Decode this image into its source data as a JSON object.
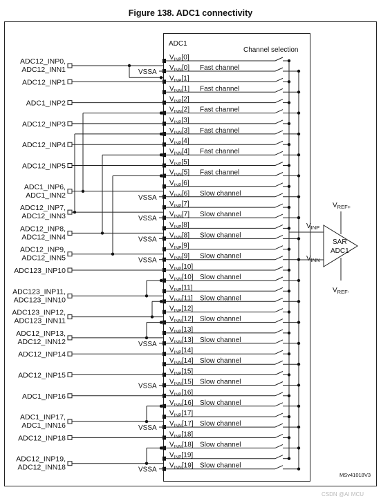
{
  "figure": {
    "title": "Figure 138. ADC1 connectivity",
    "block_label": "ADC1",
    "channel_selection_label": "Channel selection",
    "vssa_label": "VSSA",
    "diagram_id": "MSv41018V3",
    "watermark": "CSDN @AI MCU"
  },
  "sar": {
    "line1": "SAR",
    "line2": "ADC1",
    "vref_plus": {
      "main": "V",
      "sub": "REF+"
    },
    "vref_minus": {
      "main": "V",
      "sub": "REF-"
    },
    "vinp": {
      "main": "V",
      "sub": "INP"
    },
    "vinn": {
      "main": "V",
      "sub": "INN"
    }
  },
  "channels": [
    {
      "inp": "[0]",
      "inn": "[0]",
      "type": "Fast channel"
    },
    {
      "inp": "[1]",
      "inn": "[1]",
      "type": "Fast channel"
    },
    {
      "inp": "[2]",
      "inn": "[2]",
      "type": "Fast channel"
    },
    {
      "inp": "[3]",
      "inn": "[3]",
      "type": "Fast channel"
    },
    {
      "inp": "[4]",
      "inn": "[4]",
      "type": "Fast channel"
    },
    {
      "inp": "[5]",
      "inn": "[5]",
      "type": "Fast channel"
    },
    {
      "inp": "[6]",
      "inn": "[6]",
      "type": "Slow channel"
    },
    {
      "inp": "[7]",
      "inn": "[7]",
      "type": "Slow channel"
    },
    {
      "inp": "[8]",
      "inn": "[8]",
      "type": "Slow channel"
    },
    {
      "inp": "[9]",
      "inn": "[9]",
      "type": "Slow channel"
    },
    {
      "inp": "[10]",
      "inn": "[10]",
      "type": "Slow channel"
    },
    {
      "inp": "[11]",
      "inn": "[11]",
      "type": "Slow channel"
    },
    {
      "inp": "[12]",
      "inn": "[12]",
      "type": "Slow channel"
    },
    {
      "inp": "[13]",
      "inn": "[13]",
      "type": "Slow channel"
    },
    {
      "inp": "[14]",
      "inn": "[14]",
      "type": "Slow channel"
    },
    {
      "inp": "[15]",
      "inn": "[15]",
      "type": "Slow channel"
    },
    {
      "inp": "[16]",
      "inn": "[16]",
      "type": "Slow channel"
    },
    {
      "inp": "[17]",
      "inn": "[17]",
      "type": "Slow channel"
    },
    {
      "inp": "[18]",
      "inn": "[18]",
      "type": "Slow channel"
    },
    {
      "inp": "[19]",
      "inn": "[19]",
      "type": "Slow channel"
    }
  ],
  "vin_parts": {
    "main": "V",
    "inp_sub": "INP",
    "inn_sub": "INN"
  },
  "pins": [
    {
      "lines": [
        "ADC12_INP0,",
        "ADC12_INN1"
      ]
    },
    {
      "lines": [
        "ADC12_INP1"
      ]
    },
    {
      "lines": [
        "ADC1_INP2"
      ]
    },
    {
      "lines": [
        "ADC12_INP3"
      ]
    },
    {
      "lines": [
        "ADC12_INP4"
      ]
    },
    {
      "lines": [
        "ADC12_INP5"
      ]
    },
    {
      "lines": [
        "ADC1_INP6,",
        "ADC1_INN2"
      ]
    },
    {
      "lines": [
        "ADC12_INP7,",
        "ADC12_INN3"
      ]
    },
    {
      "lines": [
        "ADC12_INP8,",
        "ADC12_INN4"
      ]
    },
    {
      "lines": [
        "ADC12_INP9,",
        "ADC12_INN5"
      ]
    },
    {
      "lines": [
        "ADC123_INP10"
      ]
    },
    {
      "lines": [
        "ADC123_INP11,",
        "ADC123_INN10"
      ]
    },
    {
      "lines": [
        "ADC123_INP12,",
        "ADC123_INN11"
      ]
    },
    {
      "lines": [
        "ADC12_INP13,",
        "ADC12_INN12"
      ]
    },
    {
      "lines": [
        "ADC12_INP14"
      ]
    },
    {
      "lines": [
        "ADC12_INP15"
      ]
    },
    {
      "lines": [
        "ADC1_INP16"
      ]
    },
    {
      "lines": [
        "ADC1_INP17,",
        "ADC1_INN16"
      ]
    },
    {
      "lines": [
        "ADC12_INP18"
      ]
    },
    {
      "lines": [
        "ADC12_INP19,",
        "ADC12_INN18"
      ]
    }
  ],
  "vssa_on_channels": [
    0,
    6,
    7,
    8,
    9,
    13,
    15,
    17,
    19
  ]
}
